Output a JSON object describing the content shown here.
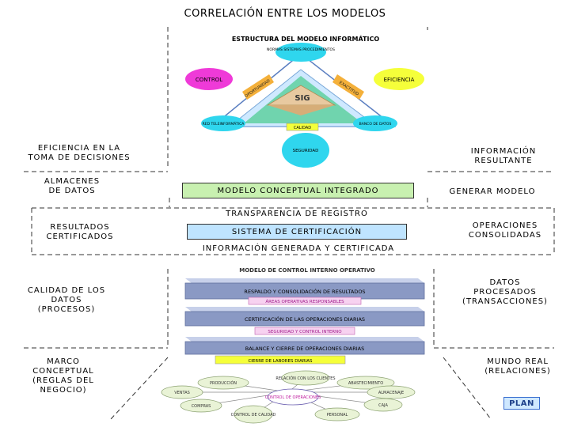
{
  "title": "CORRELACIÓN ENTRE LOS MODELOS",
  "top_diagram": {
    "heading": "ESTRUCTURA DEL MODELO INFORMÁTICO",
    "node_top": "NORMAS SISTEMAS PROCEDIMIENTOS",
    "node_left": "CONTROL",
    "node_right": "EFICIENCIA",
    "node_bottom_left": "RED TELEINFORMÁTICA",
    "node_bottom_right": "BANCO DE DATOS",
    "node_bottom": "SEGURIDAD",
    "center": "SIG",
    "calidad": "CALIDAD",
    "arrow_left": "OPORTUNIDAD",
    "arrow_right": "EXACTITUD"
  },
  "left_labels": {
    "eficiencia": "EFICIENCIA EN LA TOMA DE DECISIONES",
    "almacenes": "ALMACENES DE DATOS",
    "resultados": "RESULTADOS CERTIFICADOS",
    "calidad": "CALIDAD DE LOS DATOS (PROCESOS)",
    "marco": "MARCO CONCEPTUAL (REGLAS DEL NEGOCIO)"
  },
  "right_labels": {
    "informacion": "INFORMACIÓN RESULTANTE",
    "generar": "GENERAR MODELO",
    "operaciones": "OPERACIONES CONSOLIDADAS",
    "datos": "DATOS PROCESADOS (TRANSACCIONES)",
    "mundo": "MUNDO REAL (RELACIONES)"
  },
  "center_boxes": {
    "modelo": "MODELO CONCEPTUAL INTEGRADO",
    "transparencia": "TRANSPARENCIA DE REGISTRO",
    "sistema": "SISTEMA DE CERTIFICACIÓN",
    "informacion_generada": "INFORMACIÓN GENERADA Y CERTIFICADA"
  },
  "stack_diagram": {
    "heading": "MODELO DE CONTROL INTERNO OPERATIVO",
    "bar1": "RESPALDO Y CONSOLIDACIÓN DE RESULTADOS",
    "sub1": "ÁREAS OPERATIVAS RESPONSABLES",
    "bar2": "CERTIFICACIÓN DE LAS OPERACIONES DIARIAS",
    "sub2": "SEGURIDAD Y CONTROL INTERNO",
    "bar3": "BALANCE Y CIERRE DE OPERACIONES DIARIAS",
    "sub3": "CIERRE DE LABORES DIARIAS"
  },
  "ellipse_diagram": {
    "relacion": "RELACIÓN CON LOS CLIENTES",
    "produccion": "PRODUCCIÓN",
    "abastecimiento": "ABASTECIMIENTO",
    "ventas": "VENTAS",
    "control_operaciones": "CONTROL DE OPERACIONES",
    "almacenaje": "ALMACENAJE",
    "compras": "COMPRAS",
    "caja": "CAJA",
    "control_calidad": "CONTROL DE CALIDAD",
    "personal": "PERSONAL"
  },
  "logo": "PLAN",
  "colors": {
    "green": "#c8f0b0",
    "blue": "#bfe4ff",
    "yellow": "#f5ff3a",
    "cyan": "#2fd6ee",
    "magenta": "#ef3ad8",
    "slate": "#8a99c4"
  }
}
